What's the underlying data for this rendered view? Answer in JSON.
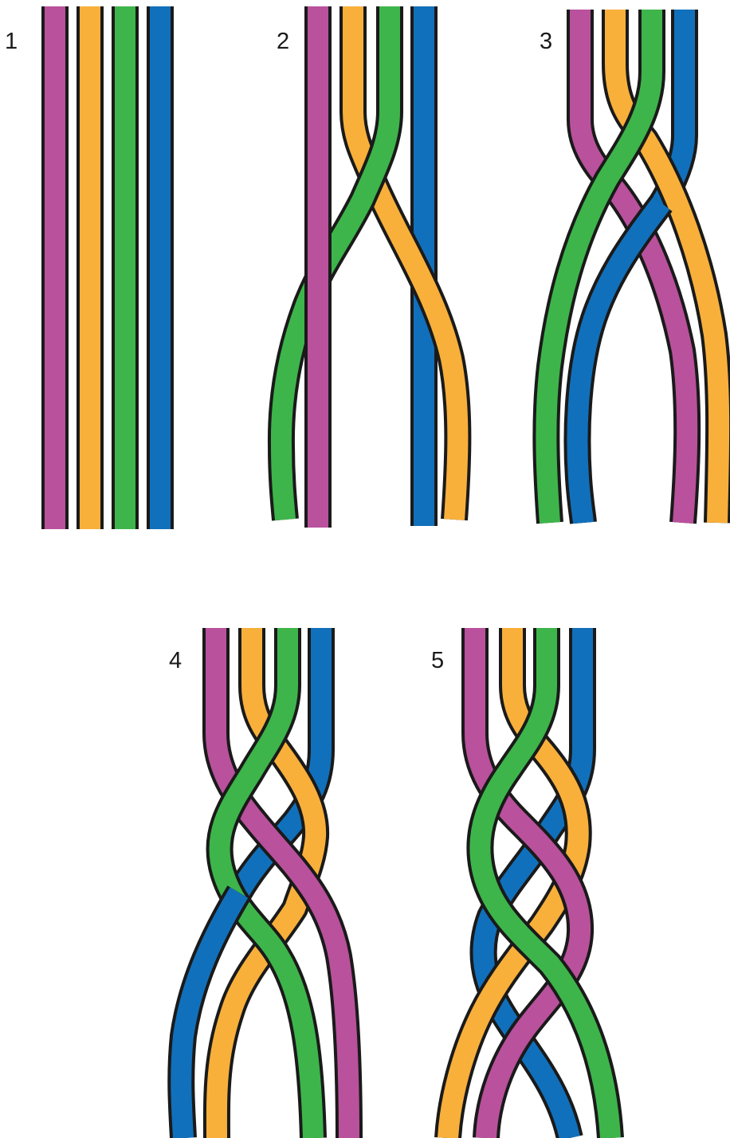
{
  "colors": {
    "magenta": "#b9519c",
    "orange": "#f8b03b",
    "green": "#3db54a",
    "blue": "#1170bb",
    "outline": "#1a1a1a"
  },
  "steps": [
    {
      "label": "1"
    },
    {
      "label": "2"
    },
    {
      "label": "3"
    },
    {
      "label": "4"
    },
    {
      "label": "5"
    }
  ]
}
